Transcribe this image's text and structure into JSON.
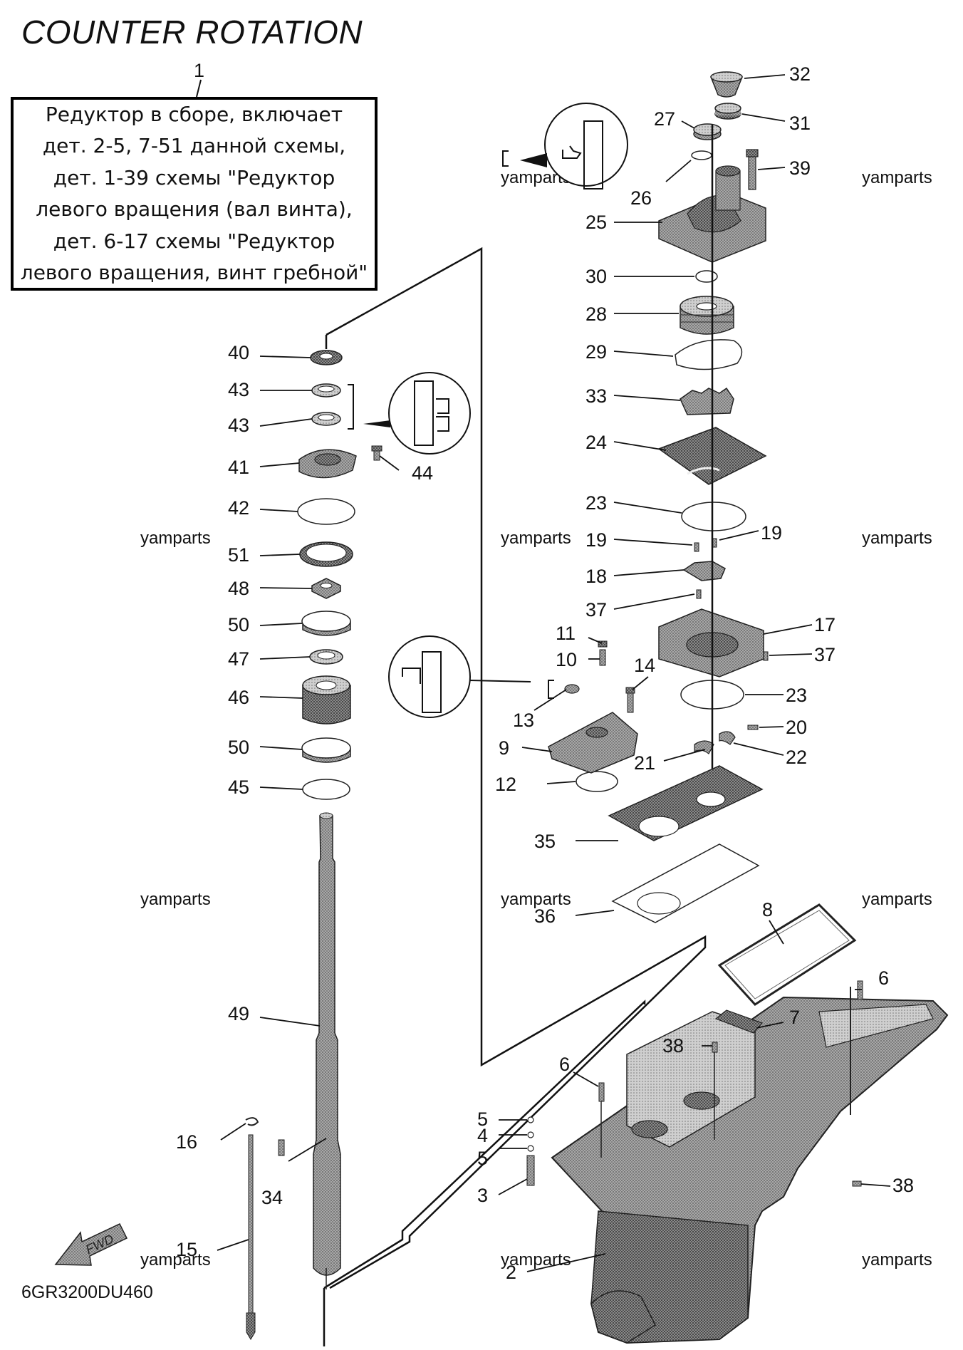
{
  "title": "COUNTER ROTATION",
  "assembly_callout": "1",
  "info_box": {
    "lines": [
      "Редуктор в сборе, включает",
      "дет. 2-5, 7-51 данной схемы,",
      "дет. 1-39 схемы \"Редуктор",
      "левого вращения (вал винта),",
      "дет. 6-17 схемы \"Редуктор",
      "левого вращения, винт гребной\""
    ]
  },
  "watermark": "yamparts",
  "diagram_code": "6GR3200DU460",
  "fwd_label": "FWD",
  "part_numbers": {
    "p2": "2",
    "p3": "3",
    "p4": "4",
    "p5a": "5",
    "p5b": "5",
    "p6a": "6",
    "p6b": "6",
    "p7": "7",
    "p8": "8",
    "p9": "9",
    "p10": "10",
    "p11": "11",
    "p12": "12",
    "p13": "13",
    "p14": "14",
    "p15": "15",
    "p16": "16",
    "p17": "17",
    "p18": "18",
    "p19a": "19",
    "p19b": "19",
    "p20": "20",
    "p21": "21",
    "p22": "22",
    "p23a": "23",
    "p23b": "23",
    "p24": "24",
    "p25": "25",
    "p26": "26",
    "p27": "27",
    "p28": "28",
    "p29": "29",
    "p30": "30",
    "p31": "31",
    "p32": "32",
    "p33": "33",
    "p34": "34",
    "p35": "35",
    "p36": "36",
    "p37a": "37",
    "p37b": "37",
    "p38a": "38",
    "p38b": "38",
    "p39": "39",
    "p40": "40",
    "p41": "41",
    "p42": "42",
    "p43a": "43",
    "p43b": "43",
    "p44": "44",
    "p45": "45",
    "p46": "46",
    "p47": "47",
    "p48": "48",
    "p49": "49",
    "p50a": "50",
    "p50b": "50",
    "p51": "51"
  }
}
